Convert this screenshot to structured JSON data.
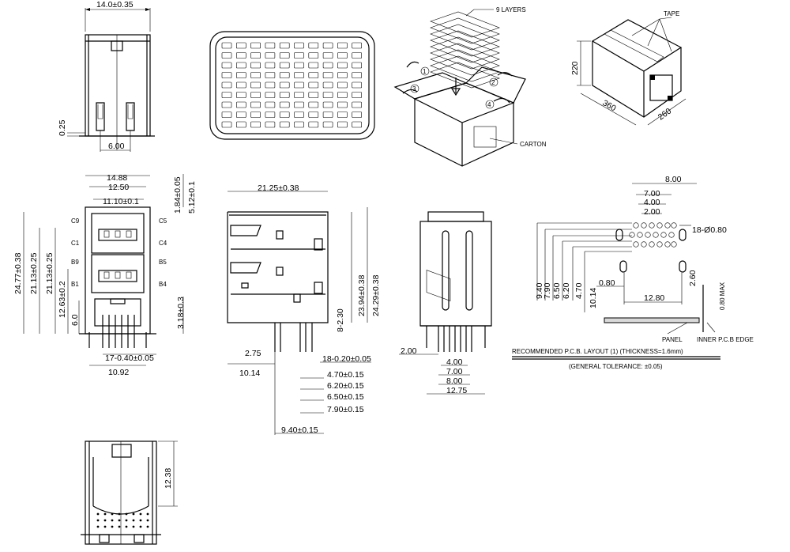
{
  "top_view": {
    "width": "14.0±0.35",
    "offset": "0.25",
    "pitch": "6.00"
  },
  "packing": {
    "layers_label": "9 LAYERS",
    "carton_label": "CARTON",
    "step1": "1",
    "step2": "2",
    "step3": "3",
    "step4": "4"
  },
  "carton_box": {
    "tape_label": "TAPE",
    "height": "220",
    "length": "360",
    "depth": "260"
  },
  "front_view": {
    "w_outer": "14.88",
    "w_mid": "12.50",
    "w_inner": "11.10±0.1",
    "h_top1": "1.84±0.05",
    "h_top2": "5.12±0.1",
    "h_total": "24.77±0.38",
    "h_a": "21.13±0.25",
    "h_b": "21.13±0.25",
    "h_c": "12.63±0.2",
    "h_d": "6.0",
    "h_e": "3.18±0.3",
    "pins": "17-0.40±0.05",
    "pin_span": "10.92",
    "pin_c9": "C9",
    "pin_c1": "C1",
    "pin_b9": "B9",
    "pin_b1": "B1",
    "pin_c5": "C5",
    "pin_c4": "C4",
    "pin_b5": "B5",
    "pin_b4": "B4"
  },
  "side_view": {
    "width": "21.25±0.38",
    "h_a": "23.94±0.38",
    "h_b": "24.29±0.38",
    "tabs": "8-2.30",
    "offset": "2.75",
    "base": "10.14",
    "pin_w": "18-0.20±0.05",
    "d1": "4.70±0.15",
    "d2": "6.20±0.15",
    "d3": "6.50±0.15",
    "d4": "7.90±0.15",
    "d5": "9.40±0.15"
  },
  "rear_view": {
    "offset": "2.00",
    "d1": "4.00",
    "d2": "7.00",
    "d3": "8.00",
    "d4": "12.75"
  },
  "pcb_layout": {
    "d_top1": "8.00",
    "d_top2": "7.00",
    "d_top3": "4.00",
    "d_top4": "2.00",
    "holes": "18-Ø0.80",
    "v1": "9.40",
    "v2": "7.90",
    "v3": "6.50",
    "v4": "6.20",
    "v5": "4.70",
    "v6": "10.14",
    "pad": "0.80",
    "span": "12.80",
    "h_right": "2.60",
    "max": "0.80 MAX",
    "panel": "PANEL",
    "edge": "INNER P.C.B EDGE",
    "title": "RECOMMENDED P.C.B. LAYOUT (1) (THICKNESS=1.6mm)",
    "tolerance": "(GENERAL TOLERANCE: ±0.05)"
  },
  "bottom_view": {
    "height": "12.38"
  }
}
